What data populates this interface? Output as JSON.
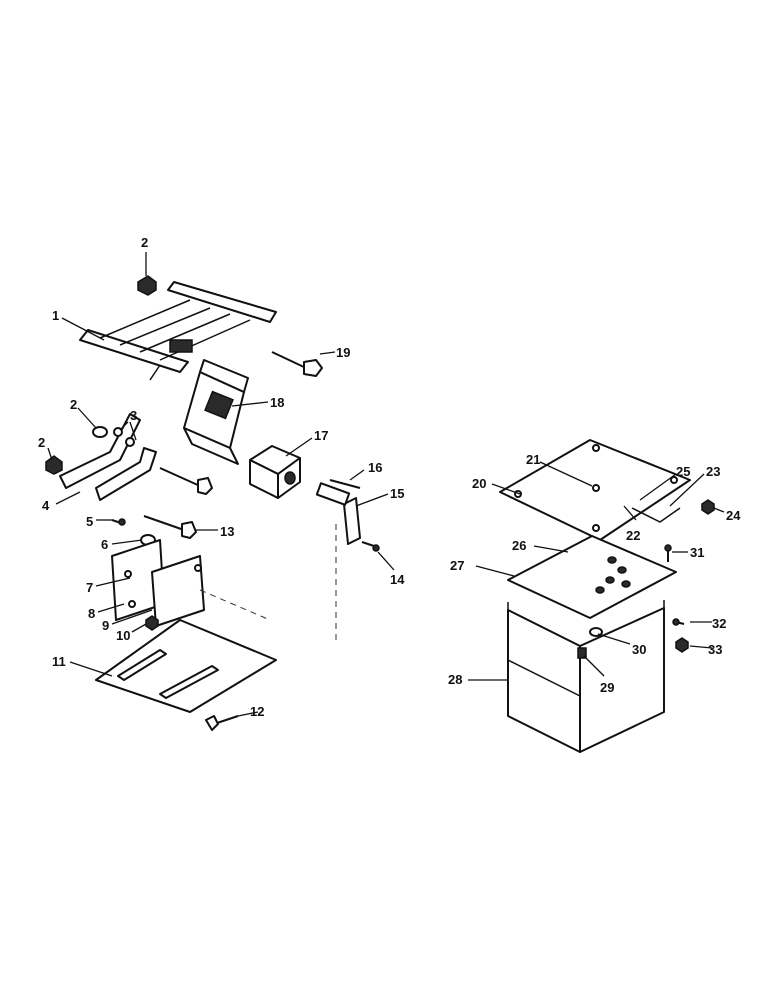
{
  "callouts": [
    "1",
    "2",
    "3",
    "4",
    "5",
    "6",
    "7",
    "8",
    "9",
    "10",
    "11",
    "12",
    "13",
    "14",
    "15",
    "16",
    "17",
    "18",
    "19",
    "20",
    "21",
    "22",
    "23",
    "24",
    "25",
    "26",
    "27",
    "28",
    "29",
    "30",
    "31",
    "32",
    "33"
  ],
  "callout_2_repeat": "2",
  "colors": {
    "ink": "#111111",
    "background": "#ffffff"
  }
}
